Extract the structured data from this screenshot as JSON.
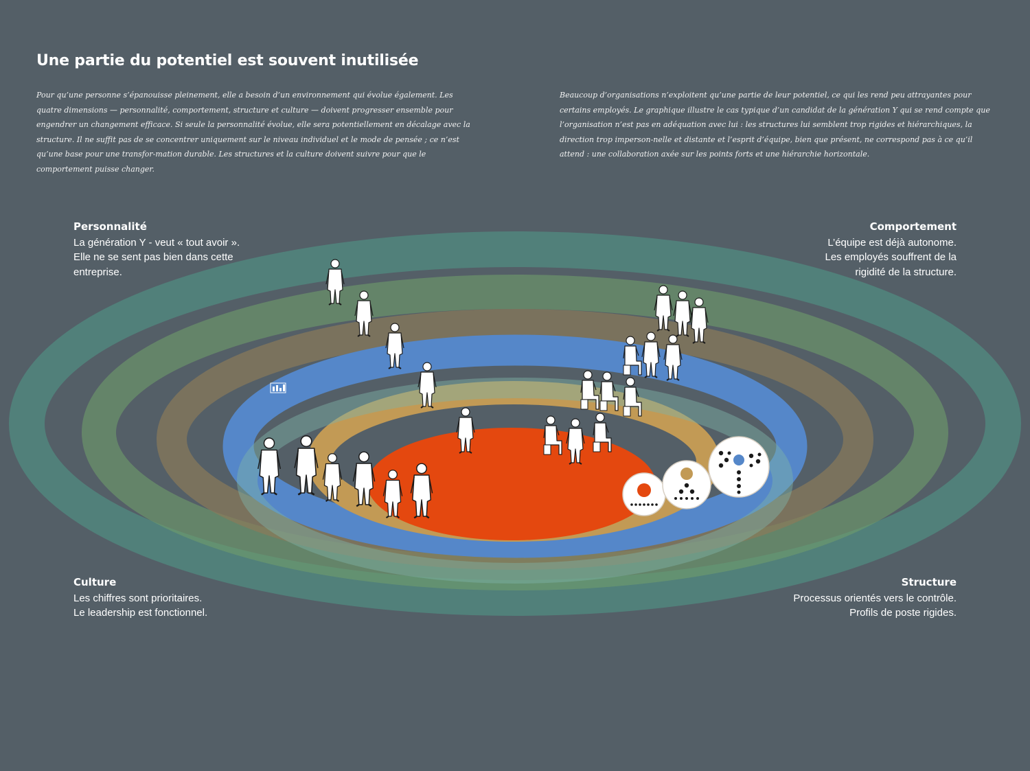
{
  "header": {
    "title": "Une partie du potentiel est souvent inutilisée",
    "intro_left": "Pour qu’une personne s’épanouisse pleinement, elle a besoin d’un environnement qui évolue également. Les quatre dimensions — personnalité, comportement, structure et culture — doivent progresser ensemble pour engendrer un changement efficace. Si seule la personnalité évolue, elle sera potentiellement en décalage avec la structure. Il ne suffit pas de se concentrer uniquement sur le niveau individuel et le mode de pensée ; ce n’est qu’une base pour une transfor-mation durable. Les structures et la culture doivent suivre pour que le comportement puisse changer.",
    "intro_right": "Beaucoup d’organisations n’exploitent qu’une partie de leur potentiel, ce qui les rend peu attrayantes pour certains employés. Le graphique illustre le cas typique d’un candidat de la génération Y qui se rend compte que l’organisation n’est pas en adéquation avec lui : les structures lui semblent trop rigides et hiérarchiques, la direction trop imperson-nelle et distante et l’esprit d’équipe, bien que présent, ne correspond pas à ce qu’il attend : une collaboration axée sur les points forts et une hiérarchie horizontale."
  },
  "quadrants": {
    "personnalite": {
      "heading": "Personnalité",
      "lines": [
        "La génération Y - veut « tout avoir ».",
        "Elle ne se sent pas bien dans cette",
        "entreprise."
      ]
    },
    "comportement": {
      "heading": "Comportement",
      "lines": [
        "L’équipe est déjà autonome.",
        "Les employés souffrent de la",
        "rigidité de la structure."
      ]
    },
    "culture": {
      "heading": "Culture",
      "lines": [
        "Les chiffres sont prioritaires.",
        "Le leadership est fonctionnel."
      ]
    },
    "structure": {
      "heading": "Structure",
      "lines": [
        "Processus orientés vers le contrôle.",
        "Profils de poste rigides."
      ]
    }
  },
  "colors": {
    "background": "#545f67",
    "core": "#e4480f",
    "ring_tan": "#c29a55",
    "ring_blue": "#5587c9",
    "ring_outer_teal": "#4f9a8a",
    "ring_outer_green": "#6f9c6a",
    "ring_outer_brown": "#8a7a5a",
    "figure_fill": "#ffffff",
    "figure_stroke": "#1a1a1a"
  },
  "icons": {
    "badge_small": "hierarchy-dots-orange-icon",
    "badge_medium": "pyramid-dots-tan-icon",
    "badge_large": "network-dots-blue-icon",
    "chart": "bar-chart-icon"
  }
}
